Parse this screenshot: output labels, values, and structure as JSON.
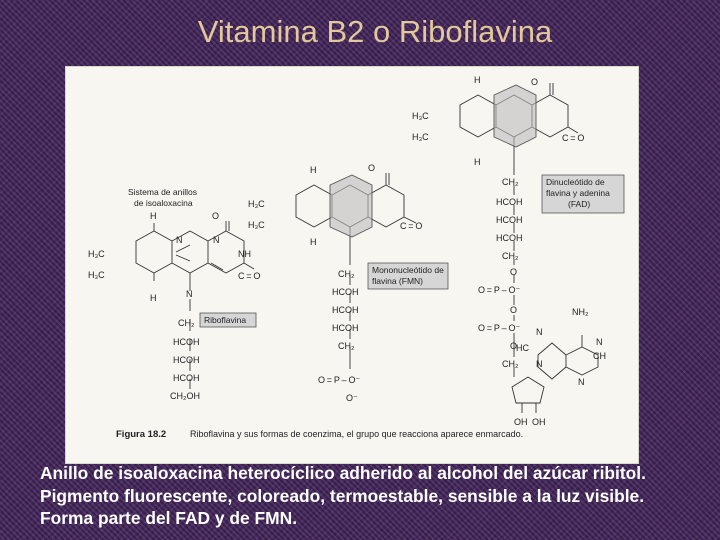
{
  "slide": {
    "title": "Vitamina B2 o Riboflavina",
    "body": "Anillo de isoaloxacina heterocíclico adherido al alcohol del azúcar ribitol. Pigmento fluorescente, coloreado, termoestable, sensible a la luz visible. Forma parte del FAD y de FMN."
  },
  "figure": {
    "caption_number": "Figura 18.2",
    "caption_text": "Riboflavina y sus formas de coenzima, el grupo que reacciona aparece enmarcado.",
    "label_isoalloxazine_line1": "Sistema de anillos",
    "label_isoalloxazine_line2": "de isoaloxacina",
    "box_riboflavin": "Riboflavina",
    "box_fmn_line1": "Mononucleótido de",
    "box_fmn_line2": "flavina (FMN)",
    "box_fad_line1": "Dinucleótido de",
    "box_fad_line2": "flavina y adenina",
    "box_fad_line3": "(FAD)",
    "atoms": {
      "C": "C",
      "N": "N",
      "H": "H",
      "O": "O",
      "NH": "NH",
      "CH": "CH",
      "methyl": "H₃C",
      "carbonyl": "C = O",
      "CH2": "CH₂",
      "HCOH": "HCOH",
      "CH2OH": "CH₂OH",
      "phosphate": "O = P – O⁻",
      "ominus": "⁻O",
      "ominus_right": "O⁻",
      "O_minus": "O⁻",
      "NH2": "NH₂",
      "HC": "HC",
      "OH": "OH",
      "P": "P",
      "O_eq": "O ="
    }
  }
}
